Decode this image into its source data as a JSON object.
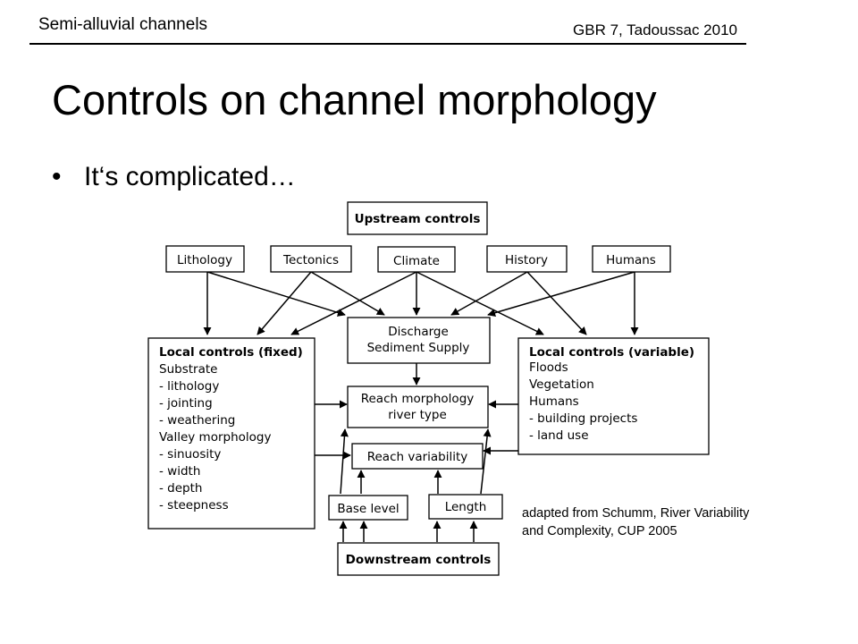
{
  "header": {
    "left": "Semi-alluvial channels",
    "right": "GBR 7, Tadoussac 2010"
  },
  "slide": {
    "title": "Controls on channel morphology",
    "bullet": "It‘s complicated…"
  },
  "diagram": {
    "upstream": "Upstream controls",
    "lithology": "Lithology",
    "tectonics": "Tectonics",
    "climate": "Climate",
    "history": "History",
    "humans": "Humans",
    "discharge": [
      "Discharge",
      "Sediment Supply"
    ],
    "local_fixed": {
      "heading": "Local controls (fixed)",
      "lines": [
        "Substrate",
        "- lithology",
        "- jointing",
        "- weathering",
        "Valley morphology",
        "- sinuosity",
        "- width",
        "- depth",
        "- steepness"
      ]
    },
    "local_variable": {
      "heading": "Local controls (variable)",
      "lines": [
        "Floods",
        "Vegetation",
        "Humans",
        "- building projects",
        "- land use"
      ]
    },
    "reach_morphology": [
      "Reach morphology",
      "river type"
    ],
    "reach_variability": "Reach variability",
    "base_level": "Base level",
    "length": "Length",
    "downstream": "Downstream controls"
  },
  "caption": [
    "adapted from Schumm, River Variability",
    "and Complexity, CUP 2005"
  ]
}
